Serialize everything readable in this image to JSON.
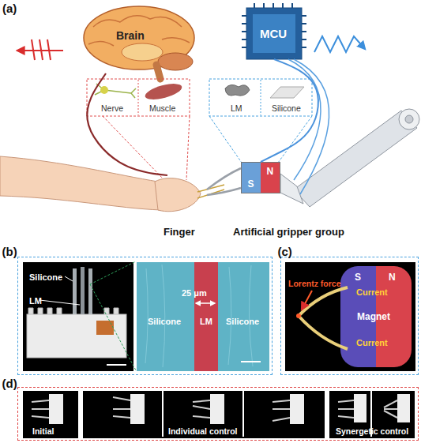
{
  "diagram": {
    "nodes": [
      {
        "text": [
          "Brain"
        ]
      },
      {
        "text": [
          "MCU"
        ]
      },
      {
        "text": [
          "Nerve"
        ]
      },
      {
        "text": [
          "Muscle"
        ]
      },
      {
        "text": [
          "LM"
        ]
      },
      {
        "text": [
          "Silicone"
        ]
      },
      {
        "text": [
          "Finger"
        ]
      },
      {
        "text": [
          "Artificial gripper group"
        ]
      },
      {
        "text": [
          "N",
          "S"
        ],
        "in": 7
      },
      {
        "text": [
          "(b)"
        ]
      },
      {
        "text": [
          "Silicone",
          "LM"
        ],
        "in": 9
      },
      {
        "text": [
          "25 μm"
        ],
        "in": 9
      },
      {
        "text": [
          "Silicone"
        ],
        "in": 11
      },
      {
        "text": [
          "LM"
        ],
        "in": 11
      },
      {
        "text": [
          "Silicone"
        ],
        "in": 11
      },
      {
        "text": [
          "(c)"
        ]
      },
      {
        "text": [
          "Lorentz force"
        ],
        "in": 15
      },
      {
        "text": [
          "Current",
          "Magnet",
          "Current"
        ],
        "in": 16
      },
      {
        "text": [
          "S"
        ],
        "in": 17
      },
      {
        "text": [
          "N"
        ],
        "in": 17
      },
      {
        "text": [
          "(d)"
        ]
      },
      {
        "text": [
          "Initial"
        ],
        "in": 20
      },
      {
        "text": [
          "Individual control"
        ],
        "in": 20
      },
      {
        "text": [
          "Synergetic control"
        ],
        "in": 20
      }
    ],
    "edges": [
      {
        "from": 0,
        "to": 6,
        "arrow": "none"
      },
      {
        "from": 1,
        "to": 8,
        "arrow": "none"
      }
    ],
    "labels": [
      "(a)"
    ]
  }
}
